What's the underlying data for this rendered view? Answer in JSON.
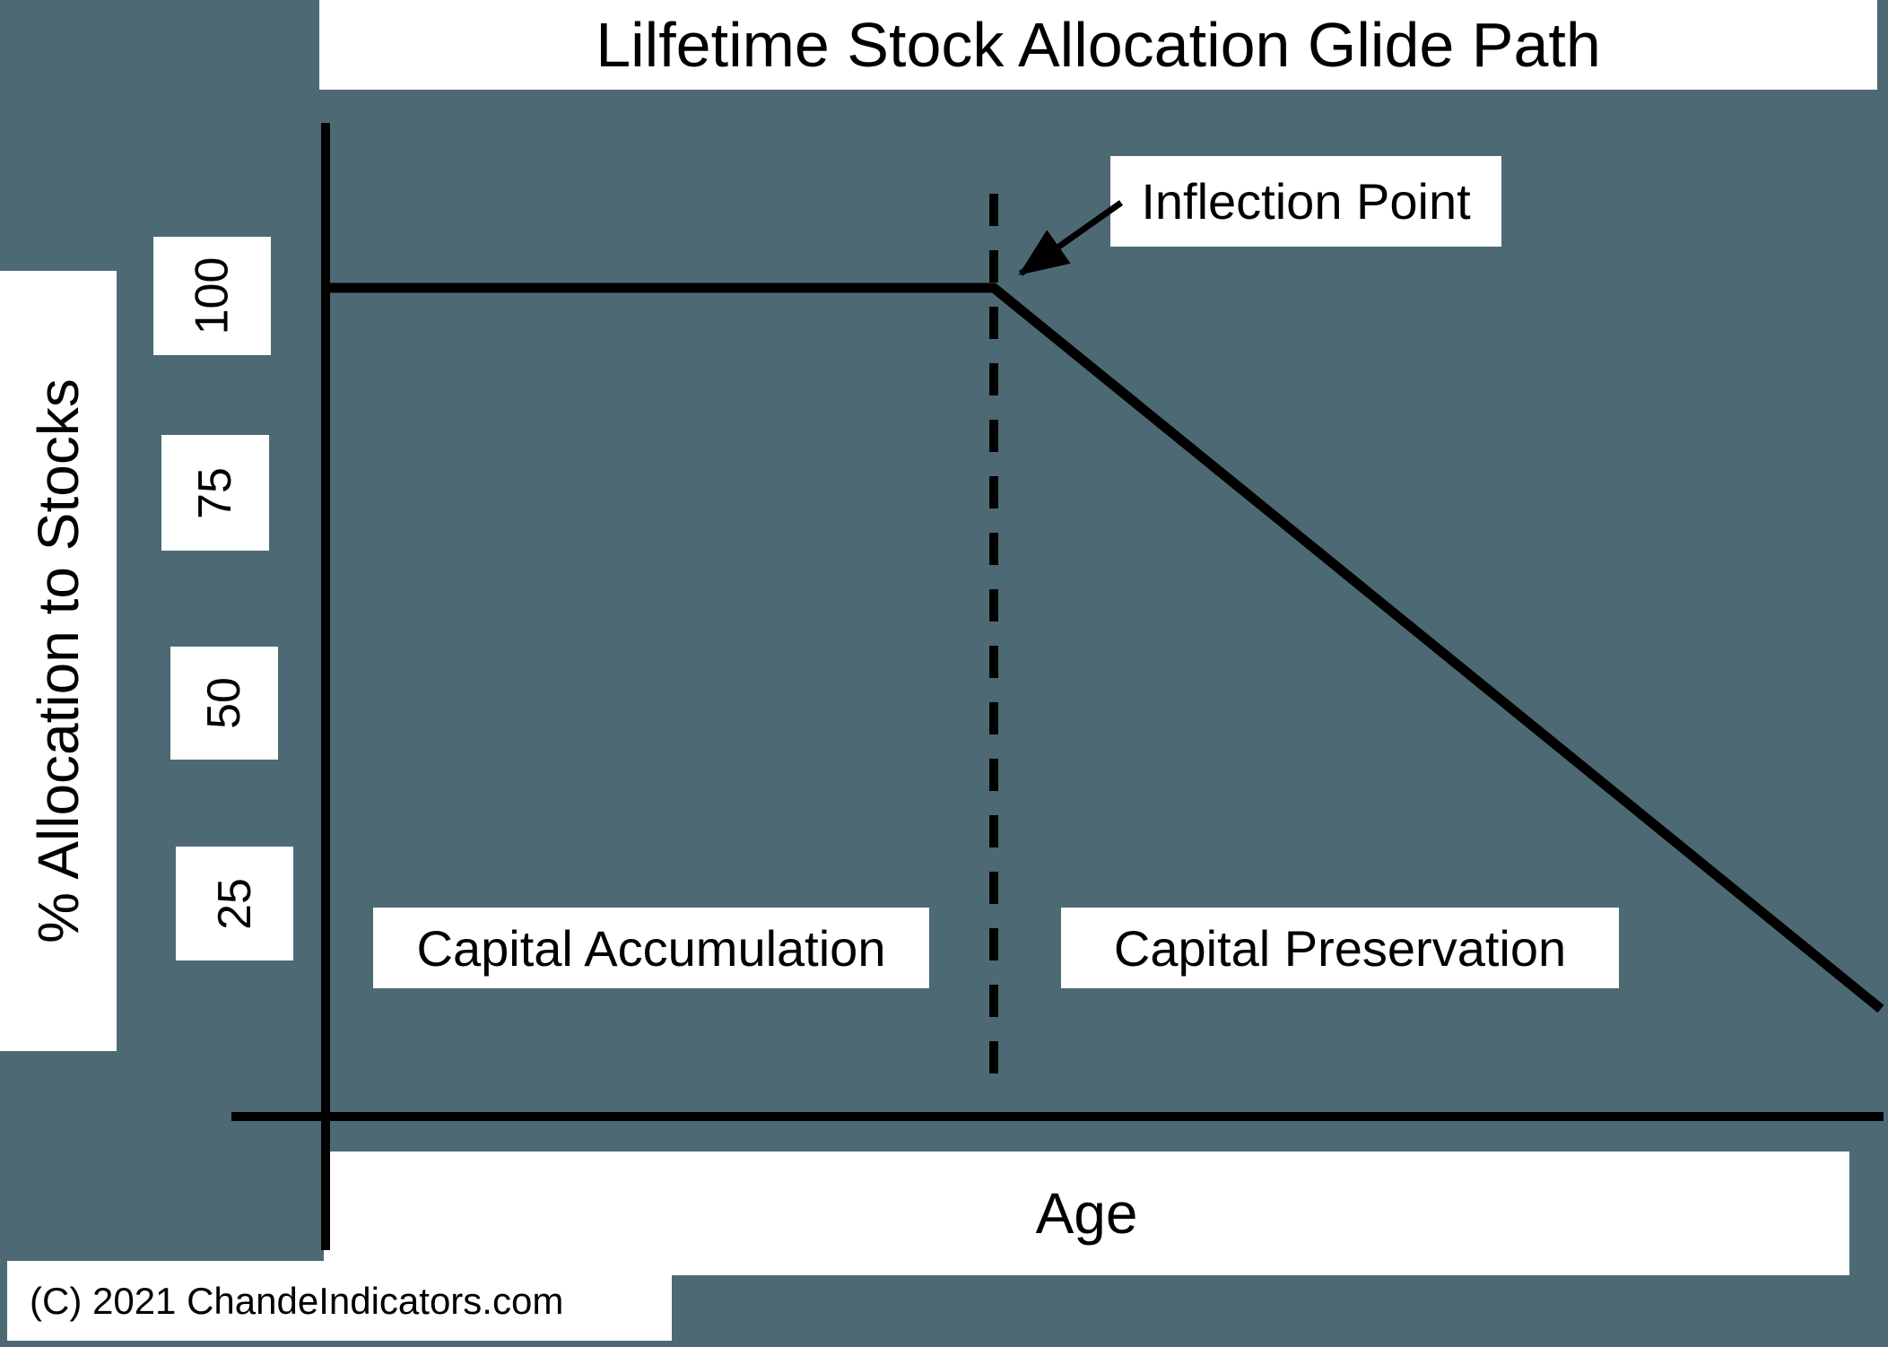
{
  "title": "Lilfetime Stock Allocation Glide Path",
  "y_axis": {
    "label": "% Allocation to Stocks",
    "ticks": [
      "100",
      "75",
      "50",
      "25"
    ]
  },
  "x_axis": {
    "label": "Age"
  },
  "annotations": {
    "inflection": "Inflection Point",
    "region_left": "Capital Accumulation",
    "region_right": "Capital Preservation"
  },
  "footer": {
    "copyright": "(C) 2021 ChandeIndicators.com"
  },
  "colors": {
    "background": "#4d6a74",
    "line": "#000000",
    "label_box": "#ffffff",
    "text": "#000000"
  },
  "chart_data": {
    "type": "line",
    "title": "Lilfetime Stock Allocation Glide Path",
    "xlabel": "Age",
    "ylabel": "% Allocation to Stocks",
    "yticks": [
      100,
      75,
      50,
      25
    ],
    "ylim": [
      0,
      110
    ],
    "x_unit": "relative age position (no numeric x ticks shown)",
    "series": [
      {
        "name": "Stock allocation glide path",
        "points_pct": [
          [
            0,
            100
          ],
          [
            43,
            100
          ],
          [
            100,
            11
          ]
        ],
        "style": "solid black, thick",
        "note": "Holds at 100% allocation until the inflection point (~43% along the age axis), then declines linearly toward the right edge"
      }
    ],
    "inflection_x_pct": 43,
    "inflection_marker": "vertical dashed black line with arrow-labeled annotation 'Inflection Point'",
    "regions": [
      {
        "label": "Capital Accumulation",
        "range_pct": [
          0,
          43
        ]
      },
      {
        "label": "Capital Preservation",
        "range_pct": [
          43,
          100
        ]
      }
    ],
    "grid": false,
    "legend": false
  }
}
